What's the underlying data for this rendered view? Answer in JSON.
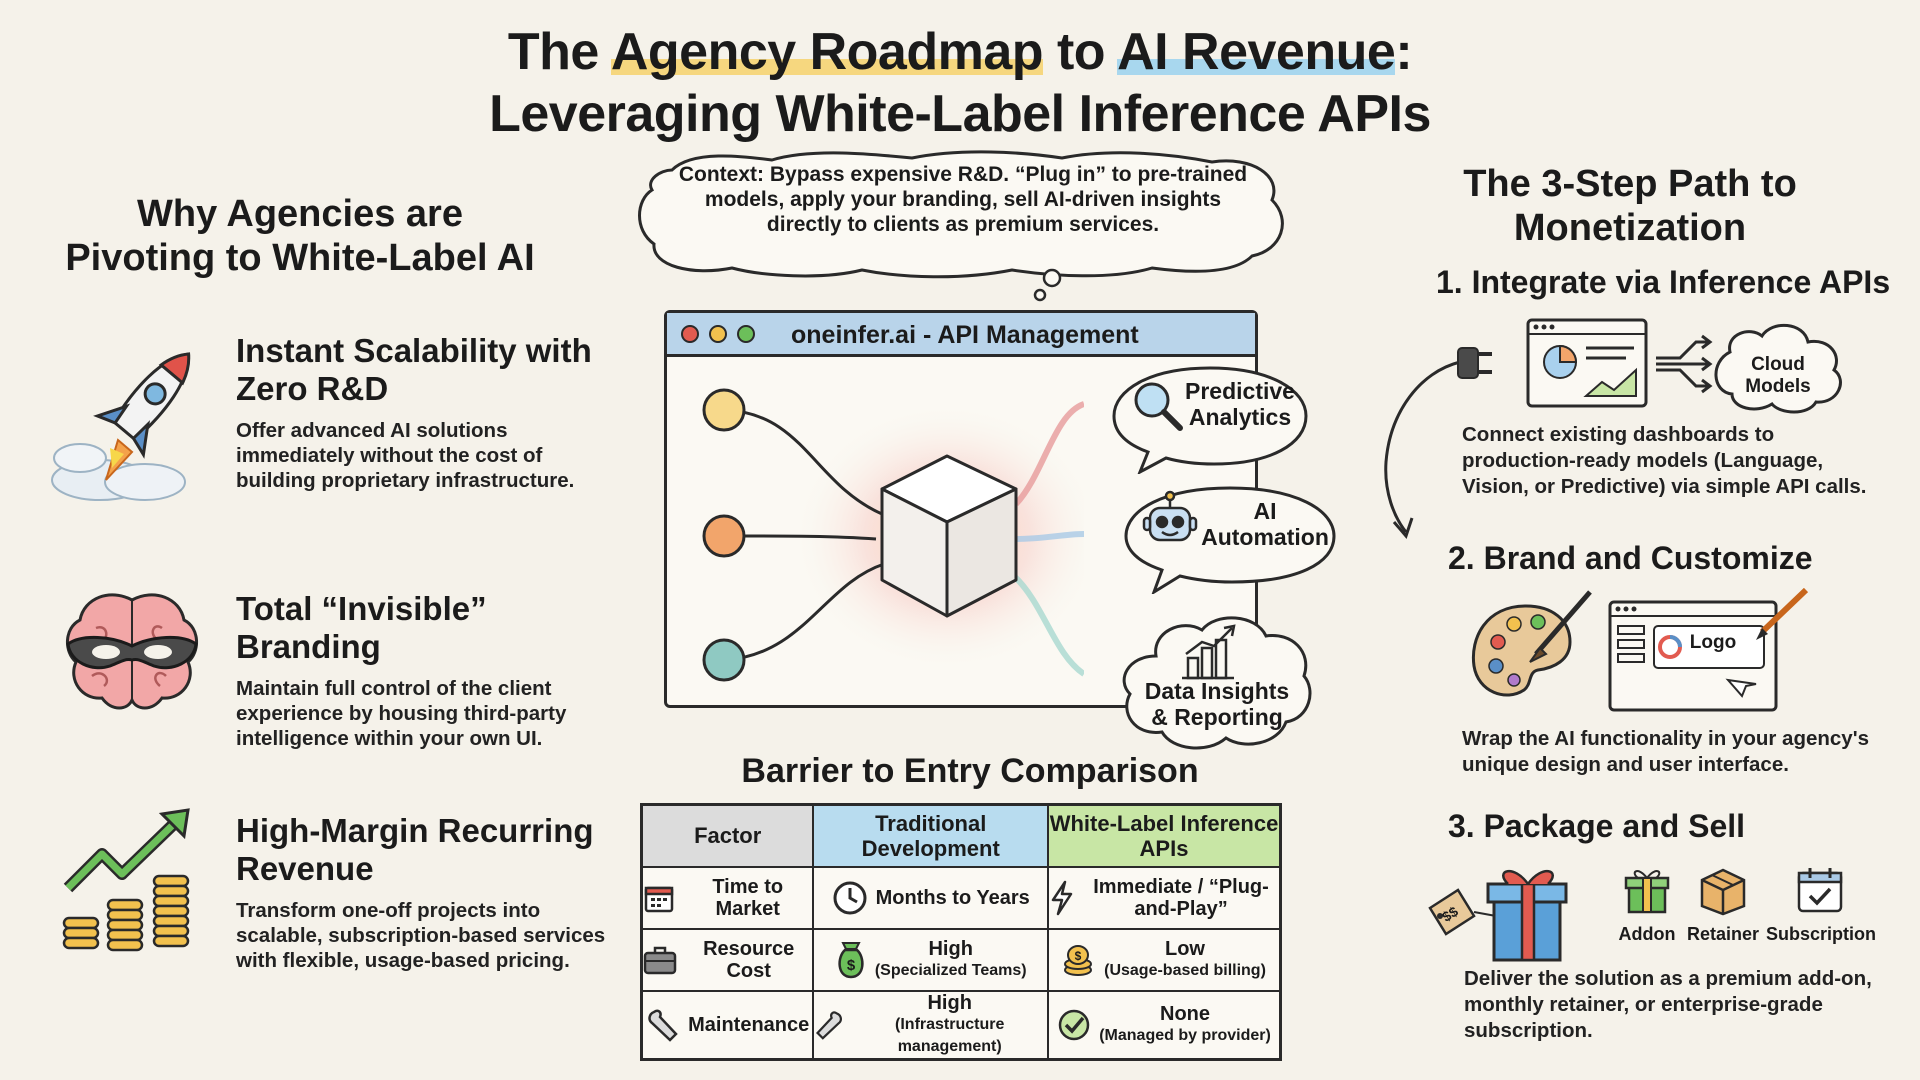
{
  "title": {
    "line1_pre": "The ",
    "line1_hl1": "Agency Roadmap",
    "line1_mid": " to ",
    "line1_hl2": "AI Revenue",
    "line1_post": ":",
    "line2": "Leveraging White-Label Inference APIs"
  },
  "context": "Context: Bypass expensive R&D. “Plug in” to pre-trained models, apply your branding, sell AI-driven insights directly to clients as premium services.",
  "left": {
    "heading": "Why Agencies are Pivoting to White-Label AI",
    "benefits": [
      {
        "title": "Instant Scalability with Zero R&D",
        "desc": "Offer advanced AI solutions immediately without the cost of building proprietary infrastructure.",
        "icon": "rocket-icon"
      },
      {
        "title": "Total “Invisible” Branding",
        "desc": "Maintain full control of the client experience by housing third-party intelligence within your own UI.",
        "icon": "masked-brain-icon"
      },
      {
        "title": "High-Margin Recurring Revenue",
        "desc": "Transform one-off projects into scalable, subscription-based services with flexible, usage-based pricing.",
        "icon": "growth-coins-icon"
      }
    ]
  },
  "browser": {
    "title": "oneinfer.ai - API Management",
    "callouts": [
      {
        "label": "Predictive Analytics",
        "icon": "magnifier-icon"
      },
      {
        "label": "AI Automation",
        "icon": "robot-icon"
      },
      {
        "label": "Data Insights & Reporting",
        "icon": "bar-chart-icon"
      }
    ]
  },
  "table": {
    "heading": "Barrier to Entry Comparison",
    "headers": [
      "Factor",
      "Traditional Development",
      "White-Label Inference APIs"
    ],
    "rows": [
      {
        "factor": "Time to Market",
        "trad": "Months to Years",
        "trad_sub": "",
        "white": "Immediate / “Plug-and-Play”",
        "white_sub": ""
      },
      {
        "factor": "Resource Cost",
        "trad": "High",
        "trad_sub": "(Specialized Teams)",
        "white": "Low",
        "white_sub": "(Usage-based billing)"
      },
      {
        "factor": "Maintenance",
        "trad": "High",
        "trad_sub": "(Infrastructure management)",
        "white": "None",
        "white_sub": "(Managed by provider)"
      }
    ]
  },
  "right": {
    "heading": "The 3-Step Path to Monetization",
    "steps": [
      {
        "title": "1. Integrate via Inference APIs",
        "desc": "Connect existing dashboards to production-ready models (Language, Vision, or Predictive) via simple API calls.",
        "cloud_label": "Cloud Models"
      },
      {
        "title": "2. Brand and Customize",
        "desc": "Wrap the AI functionality in your agency's unique design and user interface.",
        "logo_label": "Logo"
      },
      {
        "title": "3. Package and Sell",
        "desc": "Deliver the solution as a premium add-on, monthly retainer, or enterprise-grade subscription.",
        "tag_label": "$$",
        "packages": [
          "Addon",
          "Retainer",
          "Subscription"
        ]
      }
    ]
  },
  "colors": {
    "background": "#f5f2ea",
    "browser_bar": "#b9d4ea",
    "table_trad": "#b8dcef",
    "table_white": "#c8e6a5",
    "node_yellow": "#f7d98b",
    "node_orange": "#f2a56b",
    "node_teal": "#8fc9c2"
  }
}
